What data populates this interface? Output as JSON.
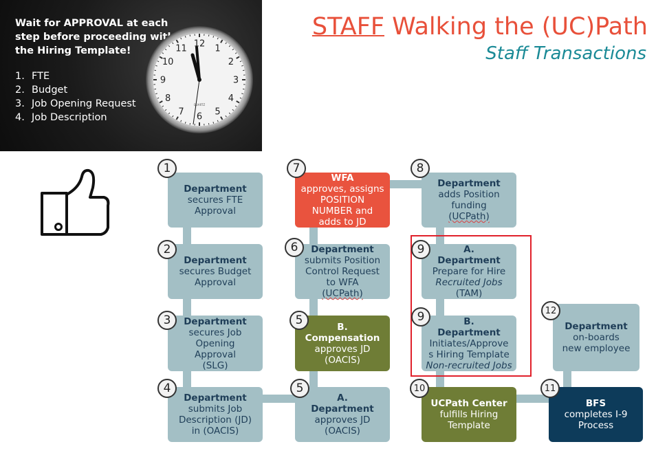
{
  "panel": {
    "warning_line1": "Wait for APPROVAL  at each",
    "warning_line2": "step before proceeding with",
    "warning_line3": "the Hiring Template!",
    "steps": [
      {
        "num": "1.",
        "text": "FTE"
      },
      {
        "num": "2.",
        "text": "Budget"
      },
      {
        "num": "3.",
        "text": "Job Opening Request"
      },
      {
        "num": "4.",
        "text": "Job Description"
      }
    ],
    "clock": {
      "numerals": [
        "12",
        "1",
        "2",
        "3",
        "4",
        "5",
        "6",
        "7",
        "8",
        "9",
        "10",
        "11"
      ],
      "brand": "QUARTZ"
    }
  },
  "title": {
    "part1": "STAFF",
    "part2": " Walking the (UC)Path",
    "subtitle": "Staff Transactions"
  },
  "colors": {
    "teal_box": "#a3bfc5",
    "red_box": "#e9533e",
    "olive_box": "#6f7d36",
    "navy_box": "#0d3b5a",
    "title_red": "#e8503a",
    "subtitle_teal": "#1a8a96"
  },
  "boxes": {
    "b1": {
      "badge": "1",
      "head": "Department",
      "l1": "secures FTE",
      "l2": "Approval"
    },
    "b2": {
      "badge": "2",
      "head": "Department",
      "l1": "secures Budget",
      "l2": "Approval"
    },
    "b3": {
      "badge": "3",
      "head": "Department",
      "l1": "secures Job",
      "l2": "Opening",
      "l3": "Approval",
      "l4": "(SLG)"
    },
    "b4": {
      "badge": "4",
      "head": "Department",
      "l1": "submits Job",
      "l2": "Description (JD)",
      "l3": "in (OACIS)"
    },
    "b5a": {
      "badge": "5",
      "letter": "A.",
      "head": "Department",
      "l1": "approves JD",
      "l2": "(OACIS)"
    },
    "b5b": {
      "badge": "5",
      "letter": "B.",
      "head": "Compensation",
      "l1": "approves JD",
      "l2": "(OACIS)"
    },
    "b6": {
      "badge": "6",
      "head": "Department",
      "l1": "submits Position",
      "l2": "Control Request",
      "l3": "to WFA",
      "l4": "(UCPath)"
    },
    "b7": {
      "badge": "7",
      "head": "WFA",
      "l1": "approves, assigns",
      "l2": "POSITION",
      "l3": "NUMBER and",
      "l4": "adds to JD"
    },
    "b8": {
      "badge": "8",
      "head": "Department",
      "l1": "adds Position",
      "l2": "funding",
      "l3": "(UCPath)"
    },
    "b9a": {
      "badge": "9",
      "letter": "A.",
      "head": "Department",
      "l1": "Prepare for Hire",
      "l2": "Recruited Jobs",
      "l3": "(TAM)"
    },
    "b9b": {
      "badge": "9",
      "letter": "B.",
      "head": "Department",
      "l1": "Initiates/Approve",
      "l2": "s Hiring Template",
      "l3": "Non-recruited Jobs"
    },
    "b10": {
      "badge": "10",
      "head": "UCPath Center",
      "l1": "fulfills Hiring",
      "l2": "Template"
    },
    "b11": {
      "badge": "11",
      "head": "BFS",
      "l1": "completes I-9",
      "l2": "Process"
    },
    "b12": {
      "badge": "12",
      "head": "Department",
      "l1": "on-boards",
      "l2": "new employee"
    }
  }
}
